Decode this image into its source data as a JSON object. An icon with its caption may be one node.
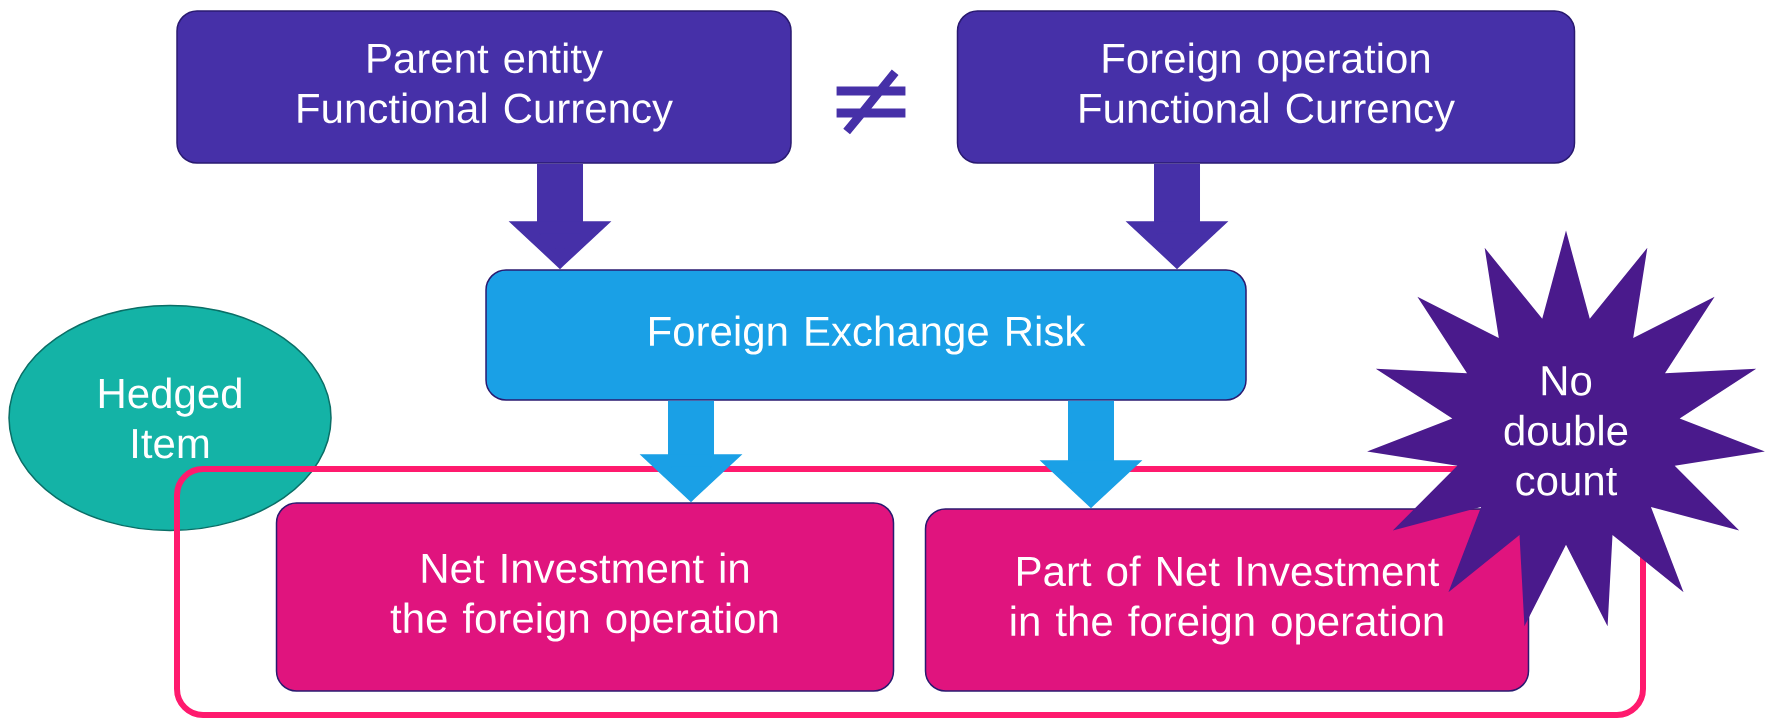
{
  "diagram": {
    "nodes": [
      {
        "text": [
          "Parent entity Functional Currency"
        ]
      },
      {
        "text": [
          "Foreign operation Functional Currency"
        ]
      },
      {
        "text": [
          "Foreign Exchange Risk"
        ]
      },
      {
        "text": [
          "Hedged Item"
        ]
      },
      {
        "text": [],
        "shape": "box"
      },
      {
        "text": [
          "Net Investment in the foreign operation"
        ],
        "in": 4
      },
      {
        "text": [
          "Part of Net Investment in the foreign operation"
        ],
        "in": 4
      },
      {
        "text": [
          "No double count"
        ]
      }
    ],
    "edges": [
      {
        "from": 0,
        "to": 2,
        "arrow": "to",
        "color": "#4630a8"
      },
      {
        "from": 1,
        "to": 2,
        "arrow": "to",
        "color": "#4630a8"
      },
      {
        "from": 2,
        "to": 5,
        "arrow": "to",
        "color": "#1aa0e6"
      },
      {
        "from": 2,
        "to": 6,
        "arrow": "to",
        "color": "#1aa0e6"
      }
    ],
    "labels": [
      "≠"
    ]
  }
}
